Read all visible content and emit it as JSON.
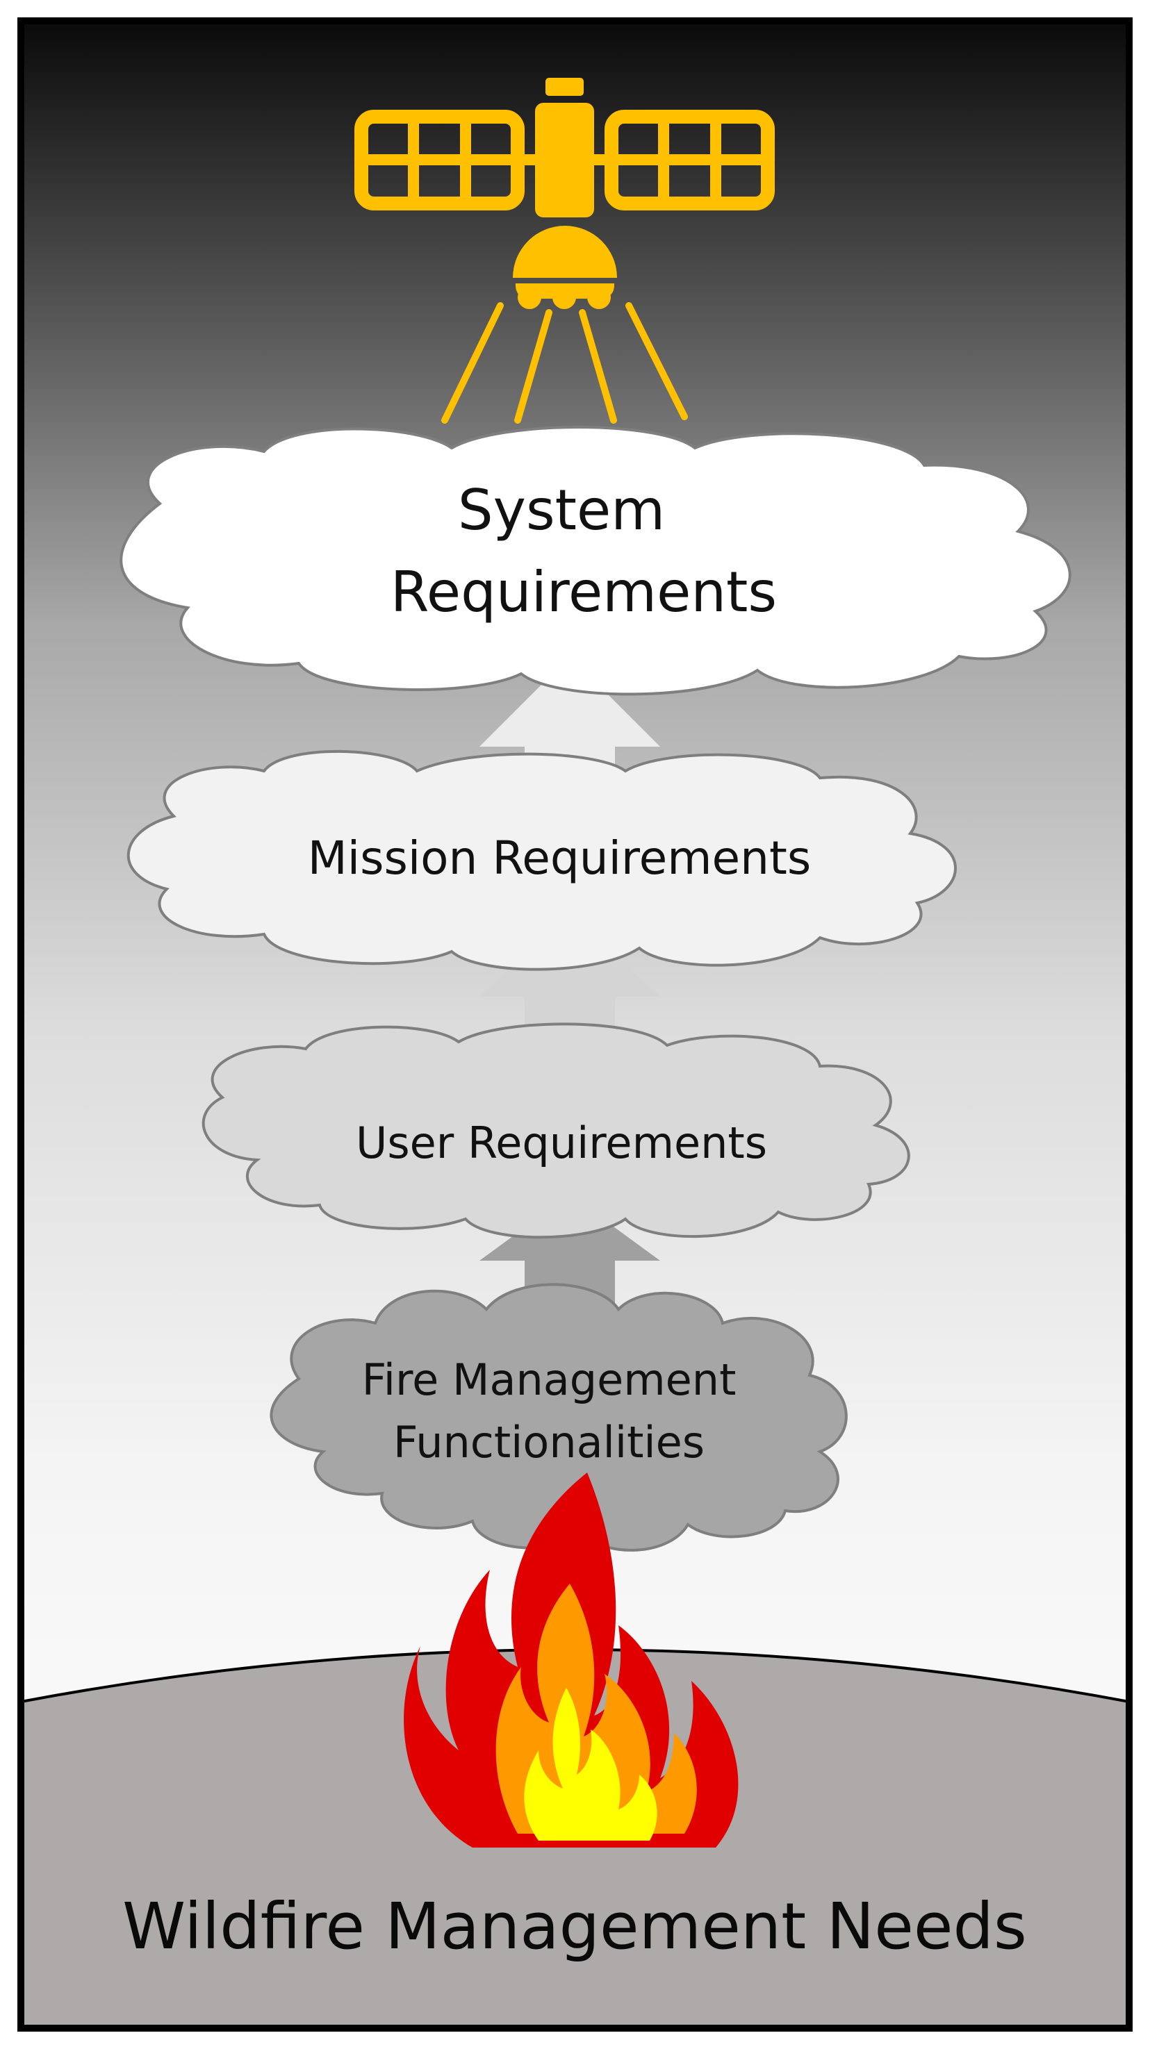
{
  "diagram": {
    "ground_label": "Wildfire Management Needs",
    "levels": [
      {
        "lines": [
          "Fire Management",
          "Functionalities"
        ],
        "fill": "#a6a6a6"
      },
      {
        "lines": [
          "User Requirements"
        ],
        "fill": "#d9d9d9"
      },
      {
        "lines": [
          "Mission Requirements"
        ],
        "fill": "#f2f2f2"
      },
      {
        "lines": [
          "System",
          "Requirements"
        ],
        "fill": "#ffffff"
      }
    ],
    "colors": {
      "satellite": "#ffc000",
      "ground": "#aeaaaa",
      "flame_outer": "#e00000",
      "flame_middle": "#ff9900",
      "flame_inner": "#ffff00",
      "arrow_1": "#a0a0a0",
      "arrow_2": "#d4d4d4",
      "arrow_3": "#ececec",
      "cloud_stroke": "#7f7f7f",
      "frame": "#000000"
    },
    "icons": [
      "satellite-icon",
      "flame-icon"
    ]
  }
}
